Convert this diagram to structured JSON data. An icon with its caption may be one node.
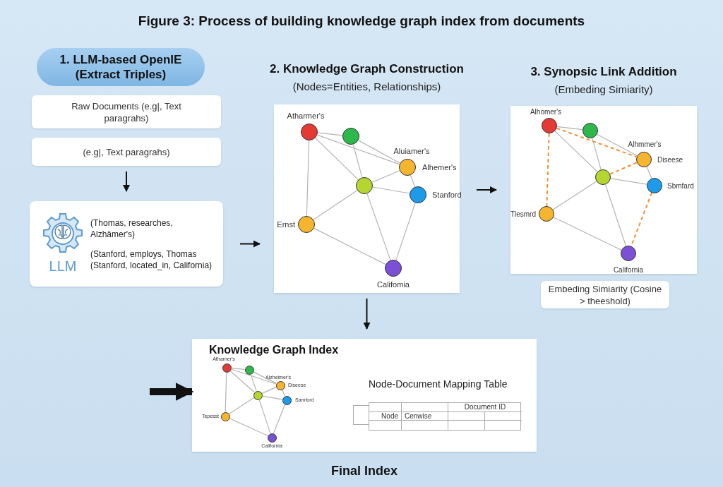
{
  "diagram": {
    "title": "Figure 3: Process of building knowledge graph index from documents",
    "nodes": [
      {
        "text": [
          "1. LLM-based OpenIE (Extract Triples)"
        ]
      },
      {
        "text": [
          "Raw Documents (e.g|, Text paragrahs)"
        ]
      },
      {
        "text": [
          "(e.g|, Text paragrahs)"
        ]
      },
      {
        "text": [
          "LLM",
          "(Thomas, researches, Alzhämer's)",
          "(Stanford, employs, Thomas",
          "(Stanford, located_in, California)"
        ]
      },
      {
        "text": [
          "2. Knowledge Graph Construction",
          "(Nodes=Entities, Relationships)"
        ]
      },
      {
        "text": [],
        "shape": "circle",
        "in": 4,
        "beside": [
          "Atharmer's"
        ]
      },
      {
        "text": [],
        "shape": "circle",
        "in": 4
      },
      {
        "text": [],
        "shape": "circle",
        "in": 4,
        "beside": [
          "Aluiamer's",
          "Alhemer's"
        ]
      },
      {
        "text": [],
        "shape": "circle",
        "in": 4
      },
      {
        "text": [],
        "shape": "circle",
        "in": 4,
        "beside": [
          "Stanford"
        ]
      },
      {
        "text": [],
        "shape": "circle",
        "in": 4,
        "beside": [
          "Ernst"
        ]
      },
      {
        "text": [],
        "shape": "circle",
        "in": 4,
        "beside": [
          "Califomia"
        ]
      },
      {
        "text": [
          "3. Synopsic Link Addition",
          "(Embeding Simiarity)"
        ]
      },
      {
        "text": [],
        "shape": "circle",
        "in": 12,
        "beside": [
          "Alhomer's"
        ]
      },
      {
        "text": [],
        "shape": "circle",
        "in": 12
      },
      {
        "text": [],
        "shape": "circle",
        "in": 12,
        "beside": [
          "Alhmmer's",
          "Diseese"
        ]
      },
      {
        "text": [],
        "shape": "circle",
        "in": 12
      },
      {
        "text": [],
        "shape": "circle",
        "in": 12,
        "beside": [
          "Sbmfard"
        ]
      },
      {
        "text": [],
        "shape": "circle",
        "in": 12,
        "beside": [
          "Tlesmrd"
        ]
      },
      {
        "text": [],
        "shape": "circle",
        "in": 12,
        "beside": [
          "California"
        ]
      },
      {
        "text": [
          "Embeding Simiarity (Cosine > theeshold)"
        ]
      },
      {
        "text": [
          "Knowledge Graph Index",
          "Node-Document Mapping Table"
        ],
        "beside": [
          "Final Index"
        ]
      },
      {
        "text": [],
        "shape": "circle",
        "in": 21,
        "beside": [
          "Atharner's"
        ]
      },
      {
        "text": [],
        "shape": "circle",
        "in": 21
      },
      {
        "text": [],
        "shape": "circle",
        "in": 21,
        "beside": [
          "Alzheimer's",
          "Diseese"
        ]
      },
      {
        "text": [],
        "shape": "circle",
        "in": 21
      },
      {
        "text": [],
        "shape": "circle",
        "in": 21,
        "beside": [
          "Samford"
        ]
      },
      {
        "text": [],
        "shape": "circle",
        "in": 21,
        "beside": [
          "Tepesst"
        ]
      },
      {
        "text": [],
        "shape": "circle",
        "in": 21,
        "beside": [
          "California"
        ]
      }
    ],
    "edges": [
      {
        "from": 2,
        "to": 3,
        "arrow": "to",
        "color": "#111111"
      },
      {
        "from": 3,
        "to": 4,
        "arrow": "to",
        "color": "#111111"
      },
      {
        "from": 4,
        "to": 12,
        "arrow": "to",
        "color": "#111111"
      },
      {
        "from": 4,
        "to": 21,
        "arrow": "to",
        "color": "#111111"
      },
      {
        "from": null,
        "to": 21,
        "arrow": "to",
        "style": "thick",
        "color": "#111111"
      },
      {
        "from": 5,
        "to": 6,
        "arrow": "none"
      },
      {
        "from": 5,
        "to": 7,
        "arrow": "none"
      },
      {
        "from": 5,
        "to": 8,
        "arrow": "none"
      },
      {
        "from": 5,
        "to": 10,
        "arrow": "none"
      },
      {
        "from": 6,
        "to": 8,
        "arrow": "none"
      },
      {
        "from": 6,
        "to": 7,
        "arrow": "none"
      },
      {
        "from": 7,
        "to": 8,
        "arrow": "none"
      },
      {
        "from": 7,
        "to": 9,
        "arrow": "none"
      },
      {
        "from": 8,
        "to": 9,
        "arrow": "none"
      },
      {
        "from": 8,
        "to": 10,
        "arrow": "none"
      },
      {
        "from": 8,
        "to": 11,
        "arrow": "none"
      },
      {
        "from": 9,
        "to": 11,
        "arrow": "none"
      },
      {
        "from": 10,
        "to": 11,
        "arrow": "none"
      },
      {
        "from": 13,
        "to": 14,
        "arrow": "none"
      },
      {
        "from": 13,
        "to": 16,
        "arrow": "none"
      },
      {
        "from": 14,
        "to": 15,
        "arrow": "none"
      },
      {
        "from": 14,
        "to": 16,
        "arrow": "none"
      },
      {
        "from": 15,
        "to": 17,
        "arrow": "none"
      },
      {
        "from": 16,
        "to": 17,
        "arrow": "none"
      },
      {
        "from": 16,
        "to": 18,
        "arrow": "none"
      },
      {
        "from": 16,
        "to": 19,
        "arrow": "none"
      },
      {
        "from": 18,
        "to": 19,
        "arrow": "none"
      },
      {
        "from": 13,
        "to": 15,
        "arrow": "none",
        "style": "dashed",
        "color": "#f0913a"
      },
      {
        "from": 13,
        "to": 18,
        "arrow": "none",
        "style": "dashed",
        "color": "#f0913a"
      },
      {
        "from": 16,
        "to": 15,
        "arrow": "none",
        "style": "dashed",
        "color": "#f0913a"
      },
      {
        "from": 17,
        "to": 19,
        "arrow": "none",
        "style": "dashed",
        "color": "#f0913a"
      },
      {
        "from": 22,
        "to": 23,
        "arrow": "none"
      },
      {
        "from": 22,
        "to": 24,
        "arrow": "none"
      },
      {
        "from": 22,
        "to": 25,
        "arrow": "none"
      },
      {
        "from": 22,
        "to": 27,
        "arrow": "none"
      },
      {
        "from": 23,
        "to": 25,
        "arrow": "none"
      },
      {
        "from": 23,
        "to": 24,
        "arrow": "none"
      },
      {
        "from": 24,
        "to": 25,
        "arrow": "none"
      },
      {
        "from": 24,
        "to": 26,
        "arrow": "none"
      },
      {
        "from": 25,
        "to": 26,
        "arrow": "none"
      },
      {
        "from": 25,
        "to": 27,
        "arrow": "none"
      },
      {
        "from": 25,
        "to": 28,
        "arrow": "none"
      },
      {
        "from": 26,
        "to": 28,
        "arrow": "none"
      },
      {
        "from": 27,
        "to": 28,
        "arrow": "none"
      }
    ],
    "labels": [
      "Document ID",
      "Node",
      "Cenwise"
    ]
  }
}
